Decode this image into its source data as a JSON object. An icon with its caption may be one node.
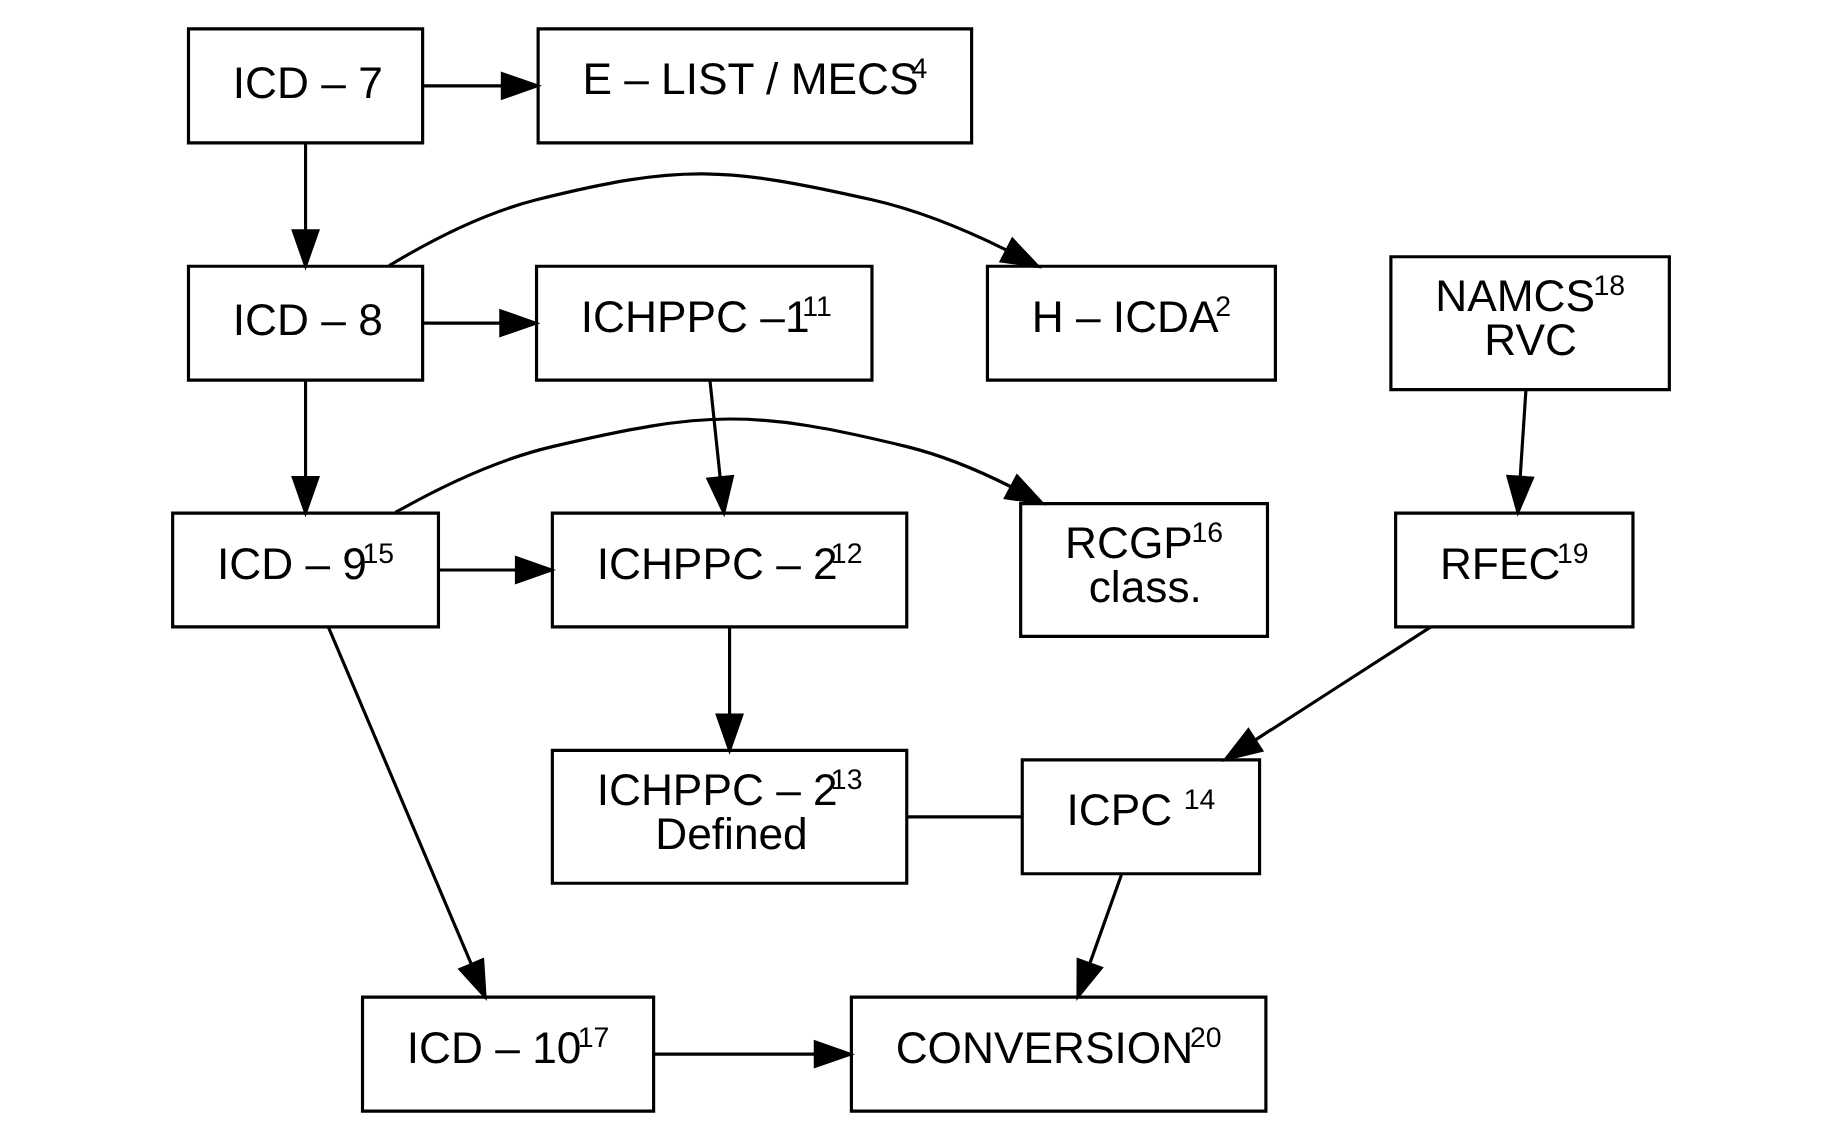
{
  "diagram": {
    "nodes": [
      {
        "text": [
          "E – LIST / MECS$^{4}$"
        ]
      },
      {
        "text": [
          "ICD – 7"
        ]
      },
      {
        "text": [
          "H – ICDA$^{2}$"
        ]
      },
      {
        "text": [
          "ICD – 8"
        ]
      },
      {
        "text": [
          "ICHPPC –1$^{11}$"
        ]
      },
      {
        "text": [
          "NAMCS$^{18}$ RVC"
        ]
      },
      {
        "text": [
          "RCGP$^{16}$ class."
        ]
      },
      {
        "text": [
          "ICD – 9$^{15}$"
        ]
      },
      {
        "text": [
          "ICHPPC – 2$^{12}$"
        ]
      },
      {
        "text": [
          "RFEC$^{19}$"
        ]
      },
      {
        "text": [
          "ICHPPC – 2$^{13}$ Defined"
        ]
      },
      {
        "text": [
          "ICPC $^{14}$"
        ]
      },
      {
        "text": [
          "ICD – 10$^{17}$"
        ]
      },
      {
        "text": [
          "CONVERSION$^{20}$"
        ]
      }
    ],
    "edges": [
      {
        "from": 1,
        "to": 0,
        "arrow": "to"
      },
      {
        "from": 1,
        "to": 3,
        "arrow": "to"
      },
      {
        "from": 3,
        "to": 2,
        "arrow": "to"
      },
      {
        "from": 3,
        "to": 4,
        "arrow": "to"
      },
      {
        "from": 3,
        "to": 7,
        "arrow": "to"
      },
      {
        "from": 4,
        "to": 8,
        "arrow": "to"
      },
      {
        "from": 5,
        "to": 9,
        "arrow": "to"
      },
      {
        "from": 7,
        "to": 6,
        "arrow": "to"
      },
      {
        "from": 7,
        "to": 8,
        "arrow": "to"
      },
      {
        "from": 7,
        "to": 12,
        "arrow": "to"
      },
      {
        "from": 8,
        "to": 10,
        "arrow": "to"
      },
      {
        "from": 10,
        "to": 11,
        "arrow": "none"
      },
      {
        "from": 9,
        "to": 11,
        "arrow": "to"
      },
      {
        "from": 11,
        "to": 13,
        "arrow": "to"
      },
      {
        "from": 12,
        "to": 13,
        "arrow": "to"
      }
    ]
  }
}
